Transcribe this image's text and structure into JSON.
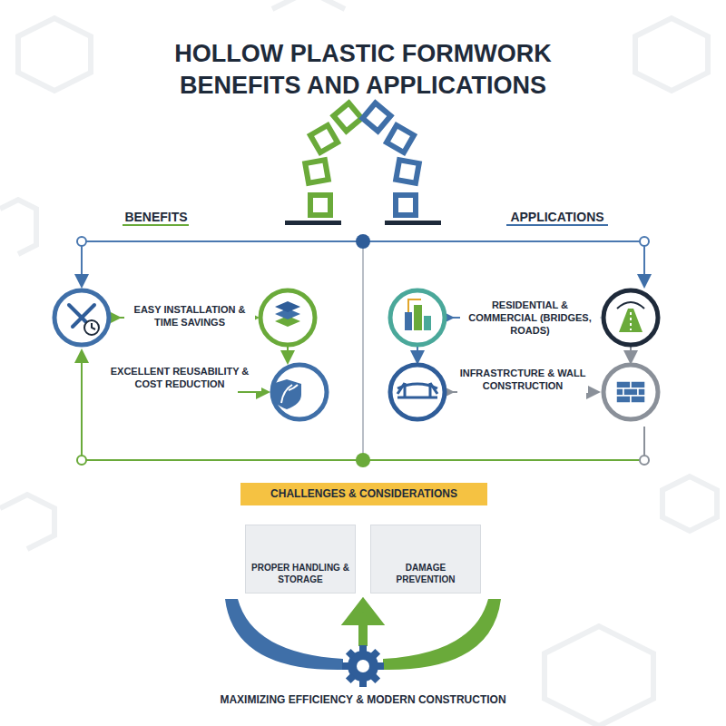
{
  "diagram": {
    "title": "HOLLOW PLASTIC FORMWORK BENEFITS AND APPLICATIONS",
    "nodes": [
      {
        "text": [
          "CHALLENGES & CONSIDERATIONS"
        ]
      },
      {
        "text": [
          "PROPER HANDLING & STORAGE"
        ]
      },
      {
        "text": [
          "DAMAGE PREVENTION"
        ]
      }
    ],
    "labels": [
      "BENEFITS",
      "APPLICATIONS",
      "EASY INSTALLATION & TIME SAVINGS",
      "EXCELLENT REUSABILITY & COST REDUCTION",
      "RESIDENTIAL & COMMERCIAL (BRIDGES, ROADS)",
      "INFRASTRCTURE & WALL CONSTRUCTION",
      "MAXIMIZING EFFICIENCY & MODERN CONSTRUCTION"
    ]
  }
}
